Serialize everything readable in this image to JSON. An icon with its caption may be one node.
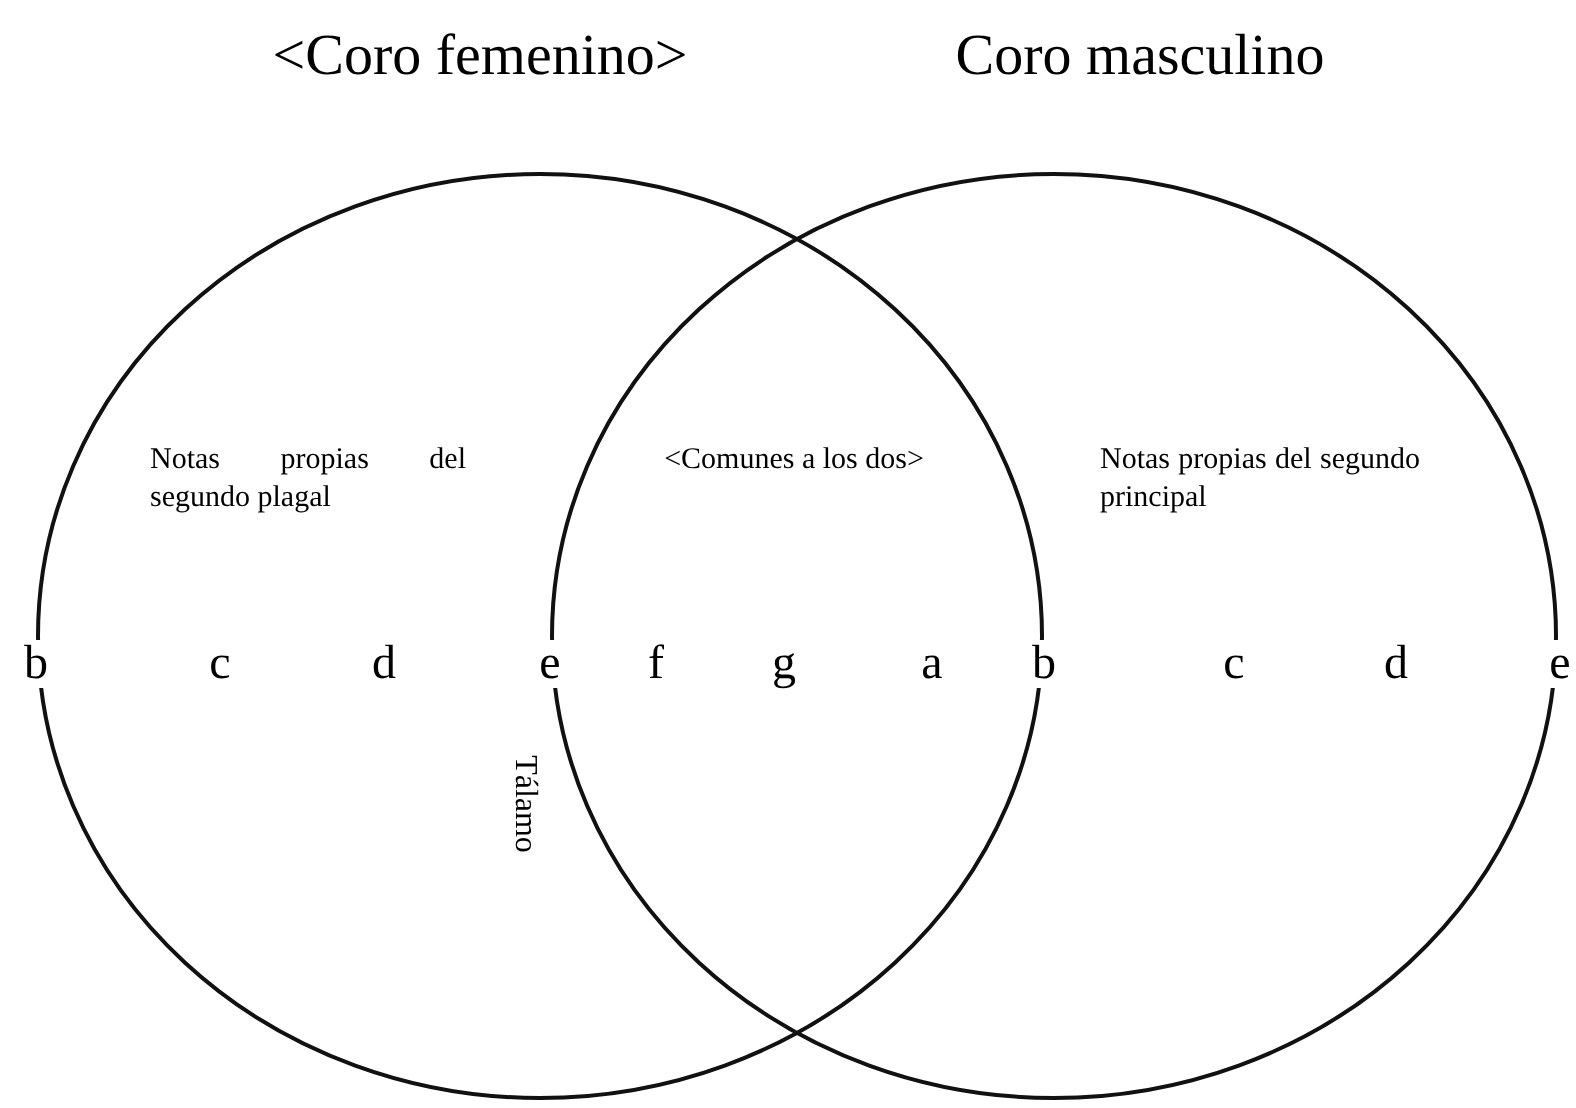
{
  "diagram": {
    "nodes": [
      {
        "text": [
          "<Coro femenino>",
          "Notas propias del segundo plagal"
        ]
      },
      {
        "text": [
          "Coro masculino",
          "Notas propias del segundo principal"
        ]
      }
    ],
    "labels": [
      "<Comunes a los dos>",
      "b",
      "c",
      "d",
      "e",
      "f",
      "g",
      "a",
      "b",
      "c",
      "d",
      "e",
      "Tálamo"
    ]
  }
}
